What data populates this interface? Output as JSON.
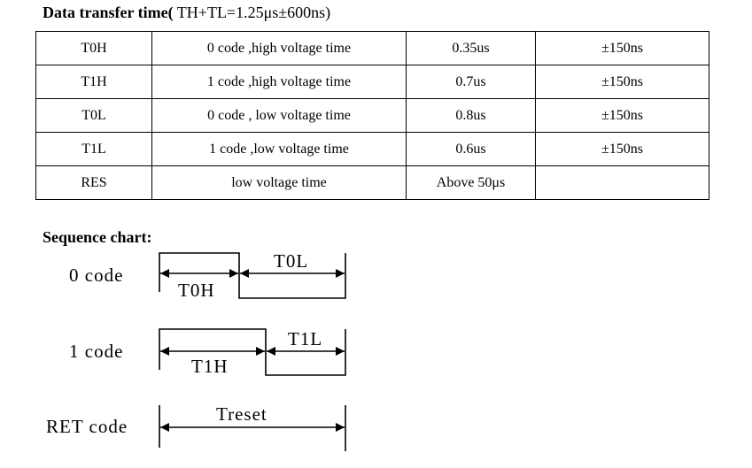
{
  "heading": {
    "bold": "Data transfer time(",
    "normal": " TH+TL=1.25μs±600ns)"
  },
  "table": {
    "rows": [
      [
        "T0H",
        "0 code ,high voltage time",
        "0.35us",
        "±150ns"
      ],
      [
        "T1H",
        "1 code ,high voltage time",
        "0.7us",
        "±150ns"
      ],
      [
        "T0L",
        "0 code , low voltage time",
        "0.8us",
        "±150ns"
      ],
      [
        "T1L",
        "1 code ,low voltage time",
        "0.6us",
        "±150ns"
      ],
      [
        "RES",
        "low voltage time",
        "Above 50μs",
        ""
      ]
    ]
  },
  "sequence": {
    "title": "Sequence chart:",
    "code0": {
      "label": "0 code",
      "high": "T0H",
      "low": "T0L"
    },
    "code1": {
      "label": "1 code",
      "high": "T1H",
      "low": "T1L"
    },
    "ret": {
      "label": "RET code",
      "span": "Treset"
    }
  }
}
